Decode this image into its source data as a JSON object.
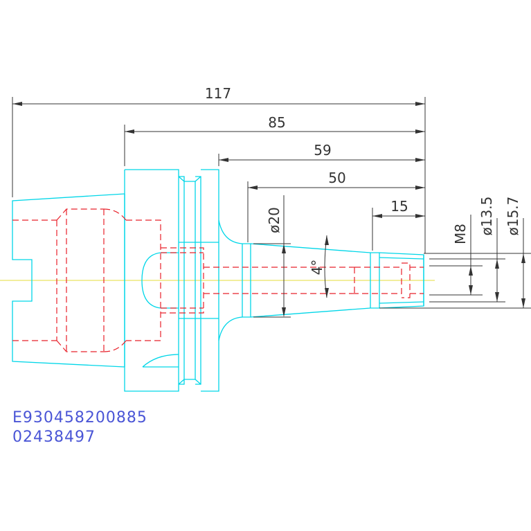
{
  "dimensions": {
    "overall_length": "117",
    "length_85": "85",
    "length_59": "59",
    "length_50": "50",
    "length_15": "15",
    "dia_20": "ø20",
    "thread_m8": "M8",
    "dia_13_5": "ø13.5",
    "dia_15_7": "ø15.7",
    "taper_angle": "4°"
  },
  "codes": {
    "part_number": "E930458200885",
    "order_number": "02438497"
  },
  "colors": {
    "outline": "#00d6e8",
    "hidden": "#e8202a",
    "centerline": "#e6dc3a",
    "dimension": "#333333",
    "text_blue": "#4a55d6"
  }
}
